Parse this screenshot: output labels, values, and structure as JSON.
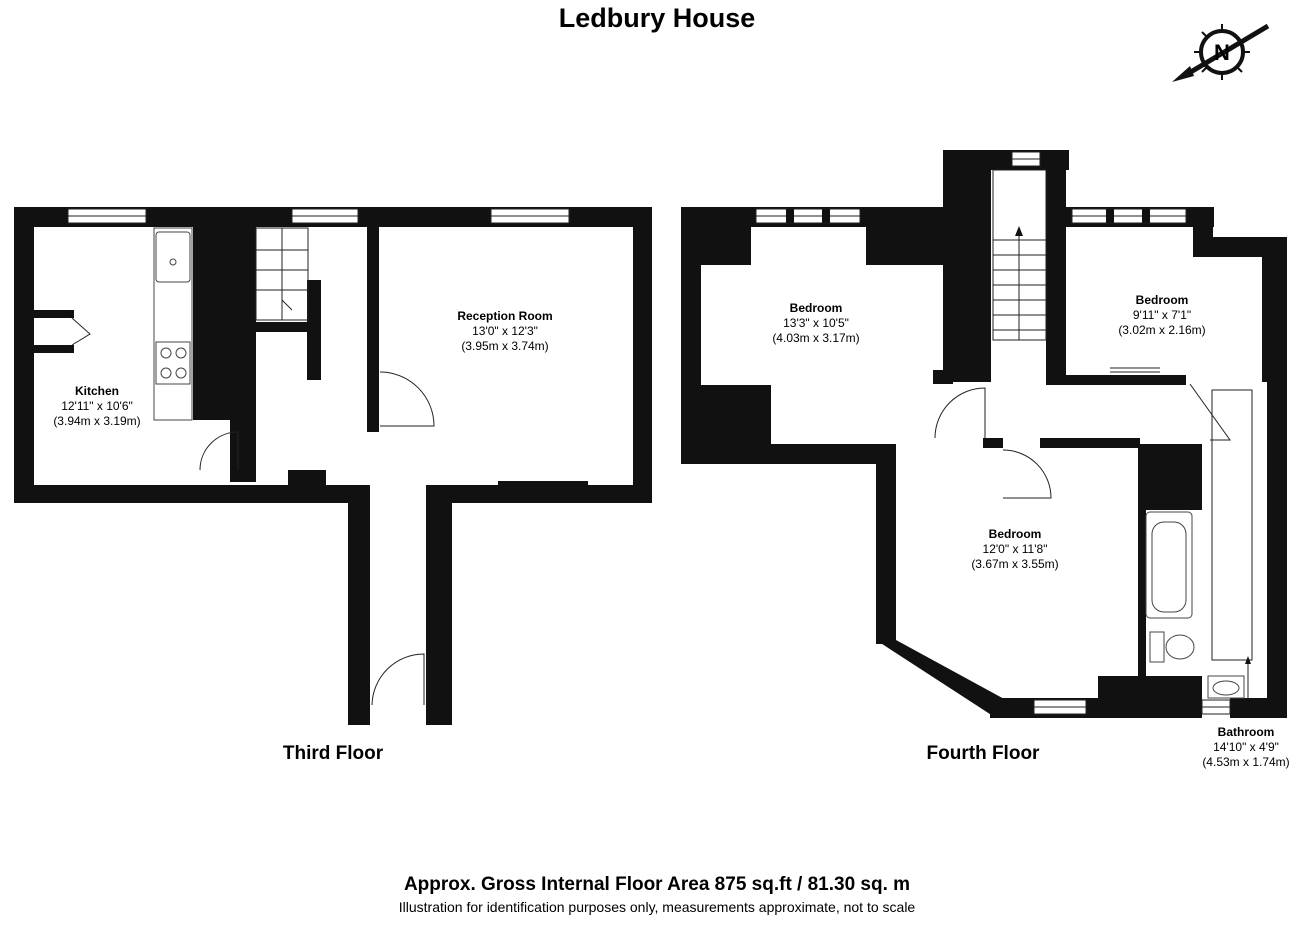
{
  "title": "Ledbury House",
  "compass": {
    "label": "N",
    "icon": "north-compass-icon"
  },
  "floors": [
    {
      "label": "Third Floor"
    },
    {
      "label": "Fourth Floor"
    }
  ],
  "rooms": {
    "kitchen": {
      "name": "Kitchen",
      "imperial": "12'11\" x 10'6\"",
      "metric": "(3.94m x 3.19m)"
    },
    "reception": {
      "name": "Reception Room",
      "imperial": "13'0\" x 12'3\"",
      "metric": "(3.95m x 3.74m)"
    },
    "bedroom_left": {
      "name": "Bedroom",
      "imperial": "13'3\" x 10'5\"",
      "metric": "(4.03m x 3.17m)"
    },
    "bedroom_right": {
      "name": "Bedroom",
      "imperial": "9'11\" x 7'1\"",
      "metric": "(3.02m x 2.16m)"
    },
    "bedroom_center": {
      "name": "Bedroom",
      "imperial": "12'0\" x 11'8\"",
      "metric": "(3.67m x 3.55m)"
    },
    "bathroom": {
      "name": "Bathroom",
      "imperial": "14'10\" x 4'9\"",
      "metric": "(4.53m x 1.74m)"
    }
  },
  "footer": {
    "area": "Approx. Gross Internal Floor Area 875 sq.ft / 81.30 sq. m",
    "disclaimer": "Illustration for identification purposes only, measurements approximate, not to scale"
  }
}
